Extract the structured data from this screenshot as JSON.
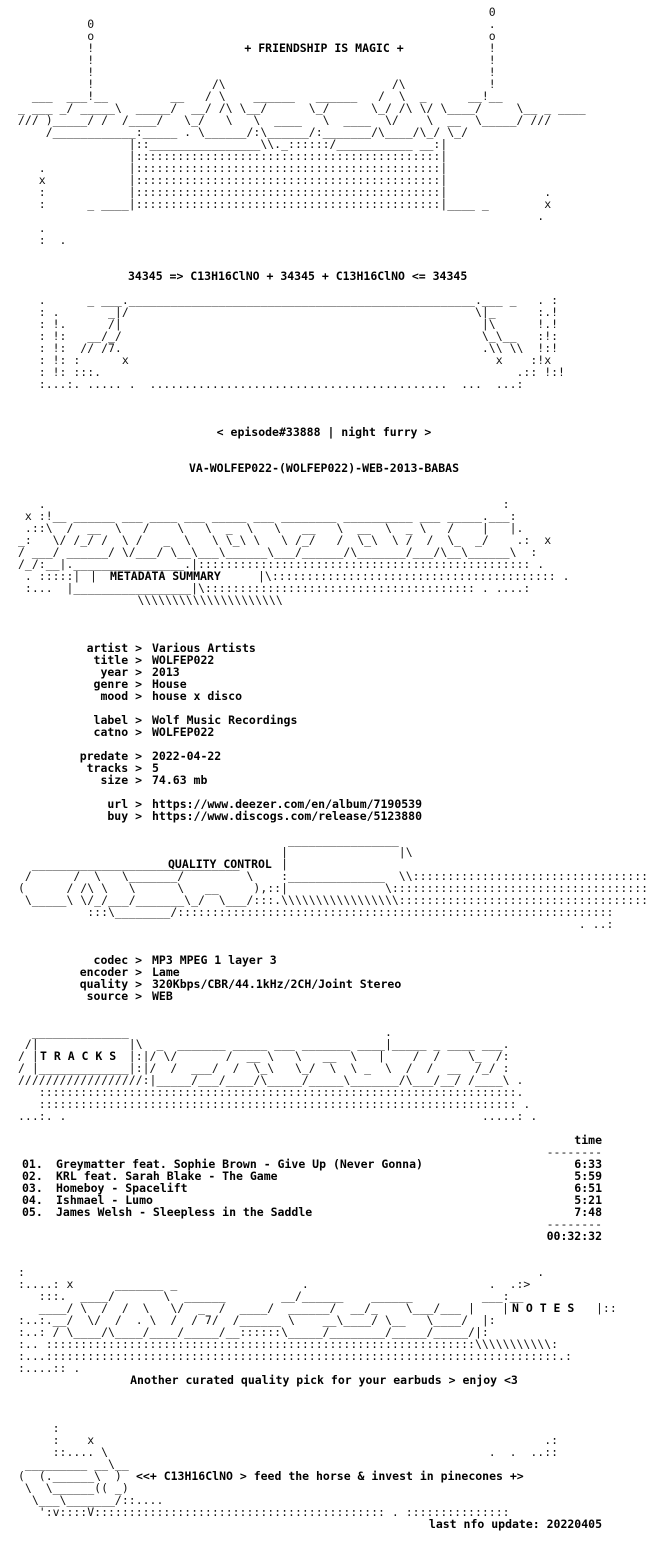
{
  "header": {
    "tagline": "+ FRIENDSHIP IS MAGIC +",
    "formula_line": "34345 => C13H16ClNO + 34345 + C13H16ClNO <= 34345",
    "episode": "< episode#33888 | night furry >",
    "release_name": "VA-WOLFEP022-(WOLFEP022)-WEB-2013-BABAS"
  },
  "sections": {
    "metadata_title": "METADATA SUMMARY",
    "quality_title": "QUALITY CONTROL",
    "tracks_title": "T R A C K S",
    "notes_title": "N O T E S"
  },
  "metadata": [
    {
      "key": "artist",
      "value": "Various Artists"
    },
    {
      "key": "title",
      "value": "WOLFEP022"
    },
    {
      "key": "year",
      "value": "2013"
    },
    {
      "key": "genre",
      "value": "House"
    },
    {
      "key": "mood",
      "value": "house x disco"
    },
    {
      "key": "",
      "value": ""
    },
    {
      "key": "label",
      "value": "Wolf Music Recordings"
    },
    {
      "key": "catno",
      "value": "WOLFEP022"
    },
    {
      "key": "",
      "value": ""
    },
    {
      "key": "predate",
      "value": "2022-04-22"
    },
    {
      "key": "tracks",
      "value": "5"
    },
    {
      "key": "size",
      "value": "74.63 mb"
    },
    {
      "key": "",
      "value": ""
    },
    {
      "key": "url",
      "value": "https://www.deezer.com/en/album/7190539"
    },
    {
      "key": "buy",
      "value": "https://www.discogs.com/release/5123880"
    }
  ],
  "quality": [
    {
      "key": "codec",
      "value": "MP3 MPEG 1 layer 3"
    },
    {
      "key": "encoder",
      "value": "Lame"
    },
    {
      "key": "quality",
      "value": "320Kbps/CBR/44.1kHz/2CH/Joint Stereo"
    },
    {
      "key": "source",
      "value": "WEB"
    }
  ],
  "tracklist": {
    "time_header": "time",
    "tracks": [
      {
        "num": "01.",
        "title": "Greymatter feat. Sophie Brown - Give Up (Never Gonna)",
        "time": "6:33"
      },
      {
        "num": "02.",
        "title": "KRL feat. Sarah Blake - The Game",
        "time": "5:59"
      },
      {
        "num": "03.",
        "title": "Homeboy - Spacelift",
        "time": "6:51"
      },
      {
        "num": "04.",
        "title": "Ishmael - Lumo",
        "time": "5:21"
      },
      {
        "num": "05.",
        "title": "James Welsh - Sleepless in the Saddle",
        "time": "7:48"
      }
    ],
    "total": "00:32:32"
  },
  "notes": {
    "text": "Another curated quality pick for your earbuds > enjoy <3"
  },
  "footer": {
    "slogan": "<<+ C13H16ClNO > feed the horse & invest in pinecones +>",
    "update": "last nfo update: 20220405"
  }
}
